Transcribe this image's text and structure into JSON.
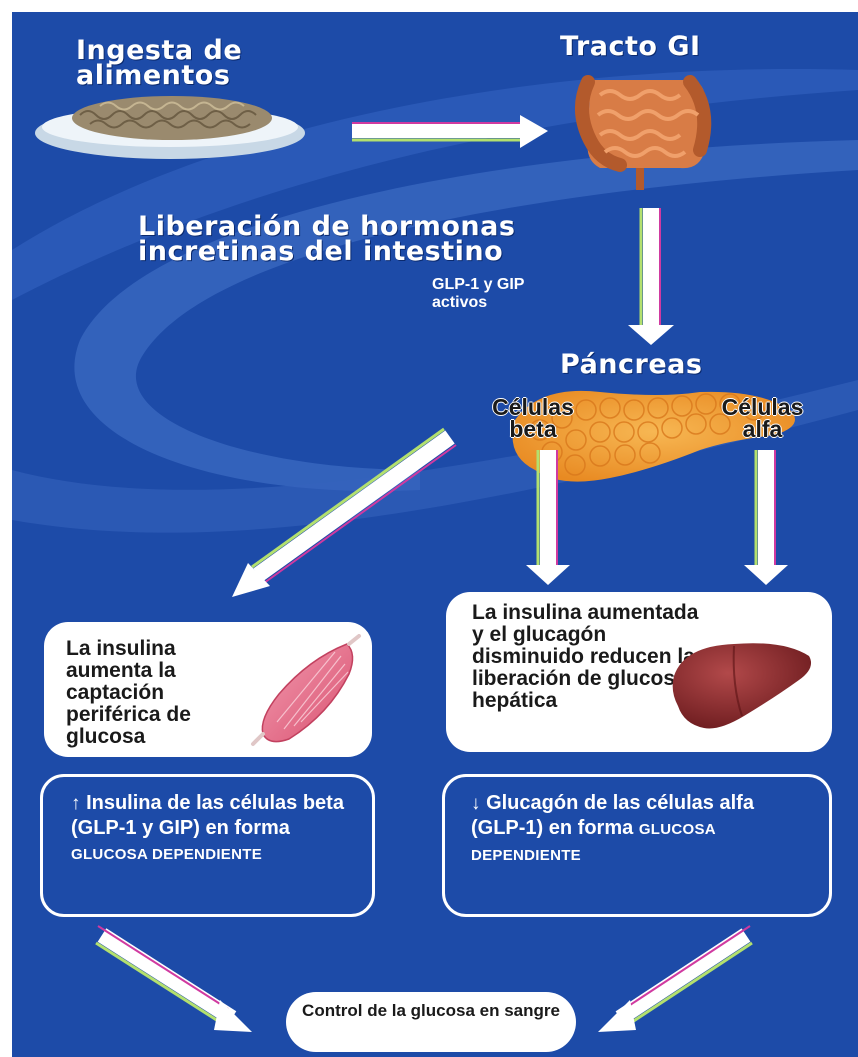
{
  "steps": {
    "food_intake": "Ingesta de alimentos",
    "gi_tract": "Tracto GI",
    "hormone_release": "Liberación de hormonas incretinas del intestino",
    "active_hormones": "GLP-1 y GIP activos",
    "pancreas": "Páncreas",
    "beta_cells": "Células beta",
    "alpha_cells": "Células alfa"
  },
  "effects": {
    "muscle": "La insulina aumenta la captación periférica de glucosa",
    "liver": "La insulina aumentada y el glucagón disminuido reducen la liberación de glucosa hepática"
  },
  "mechanisms": {
    "insulin_arrow": "↑",
    "insulin_main": "Insulina de las células beta (GLP-1 y GIP) en forma",
    "insulin_suffix": "GLUCOSA DEPENDIENTE",
    "glucagon_arrow": "↓",
    "glucagon_main": "Glucagón de las células alfa (GLP-1) en forma",
    "glucagon_suffix": "GLUCOSA DEPENDIENTE"
  },
  "outcome": "Control de la glucosa en sangre",
  "colors": {
    "background": "#1d4ba8",
    "swirl": "#3f6dc4",
    "pancreas": "#f2a038",
    "muscle": "#e46b86",
    "liver": "#8e2a2c"
  }
}
